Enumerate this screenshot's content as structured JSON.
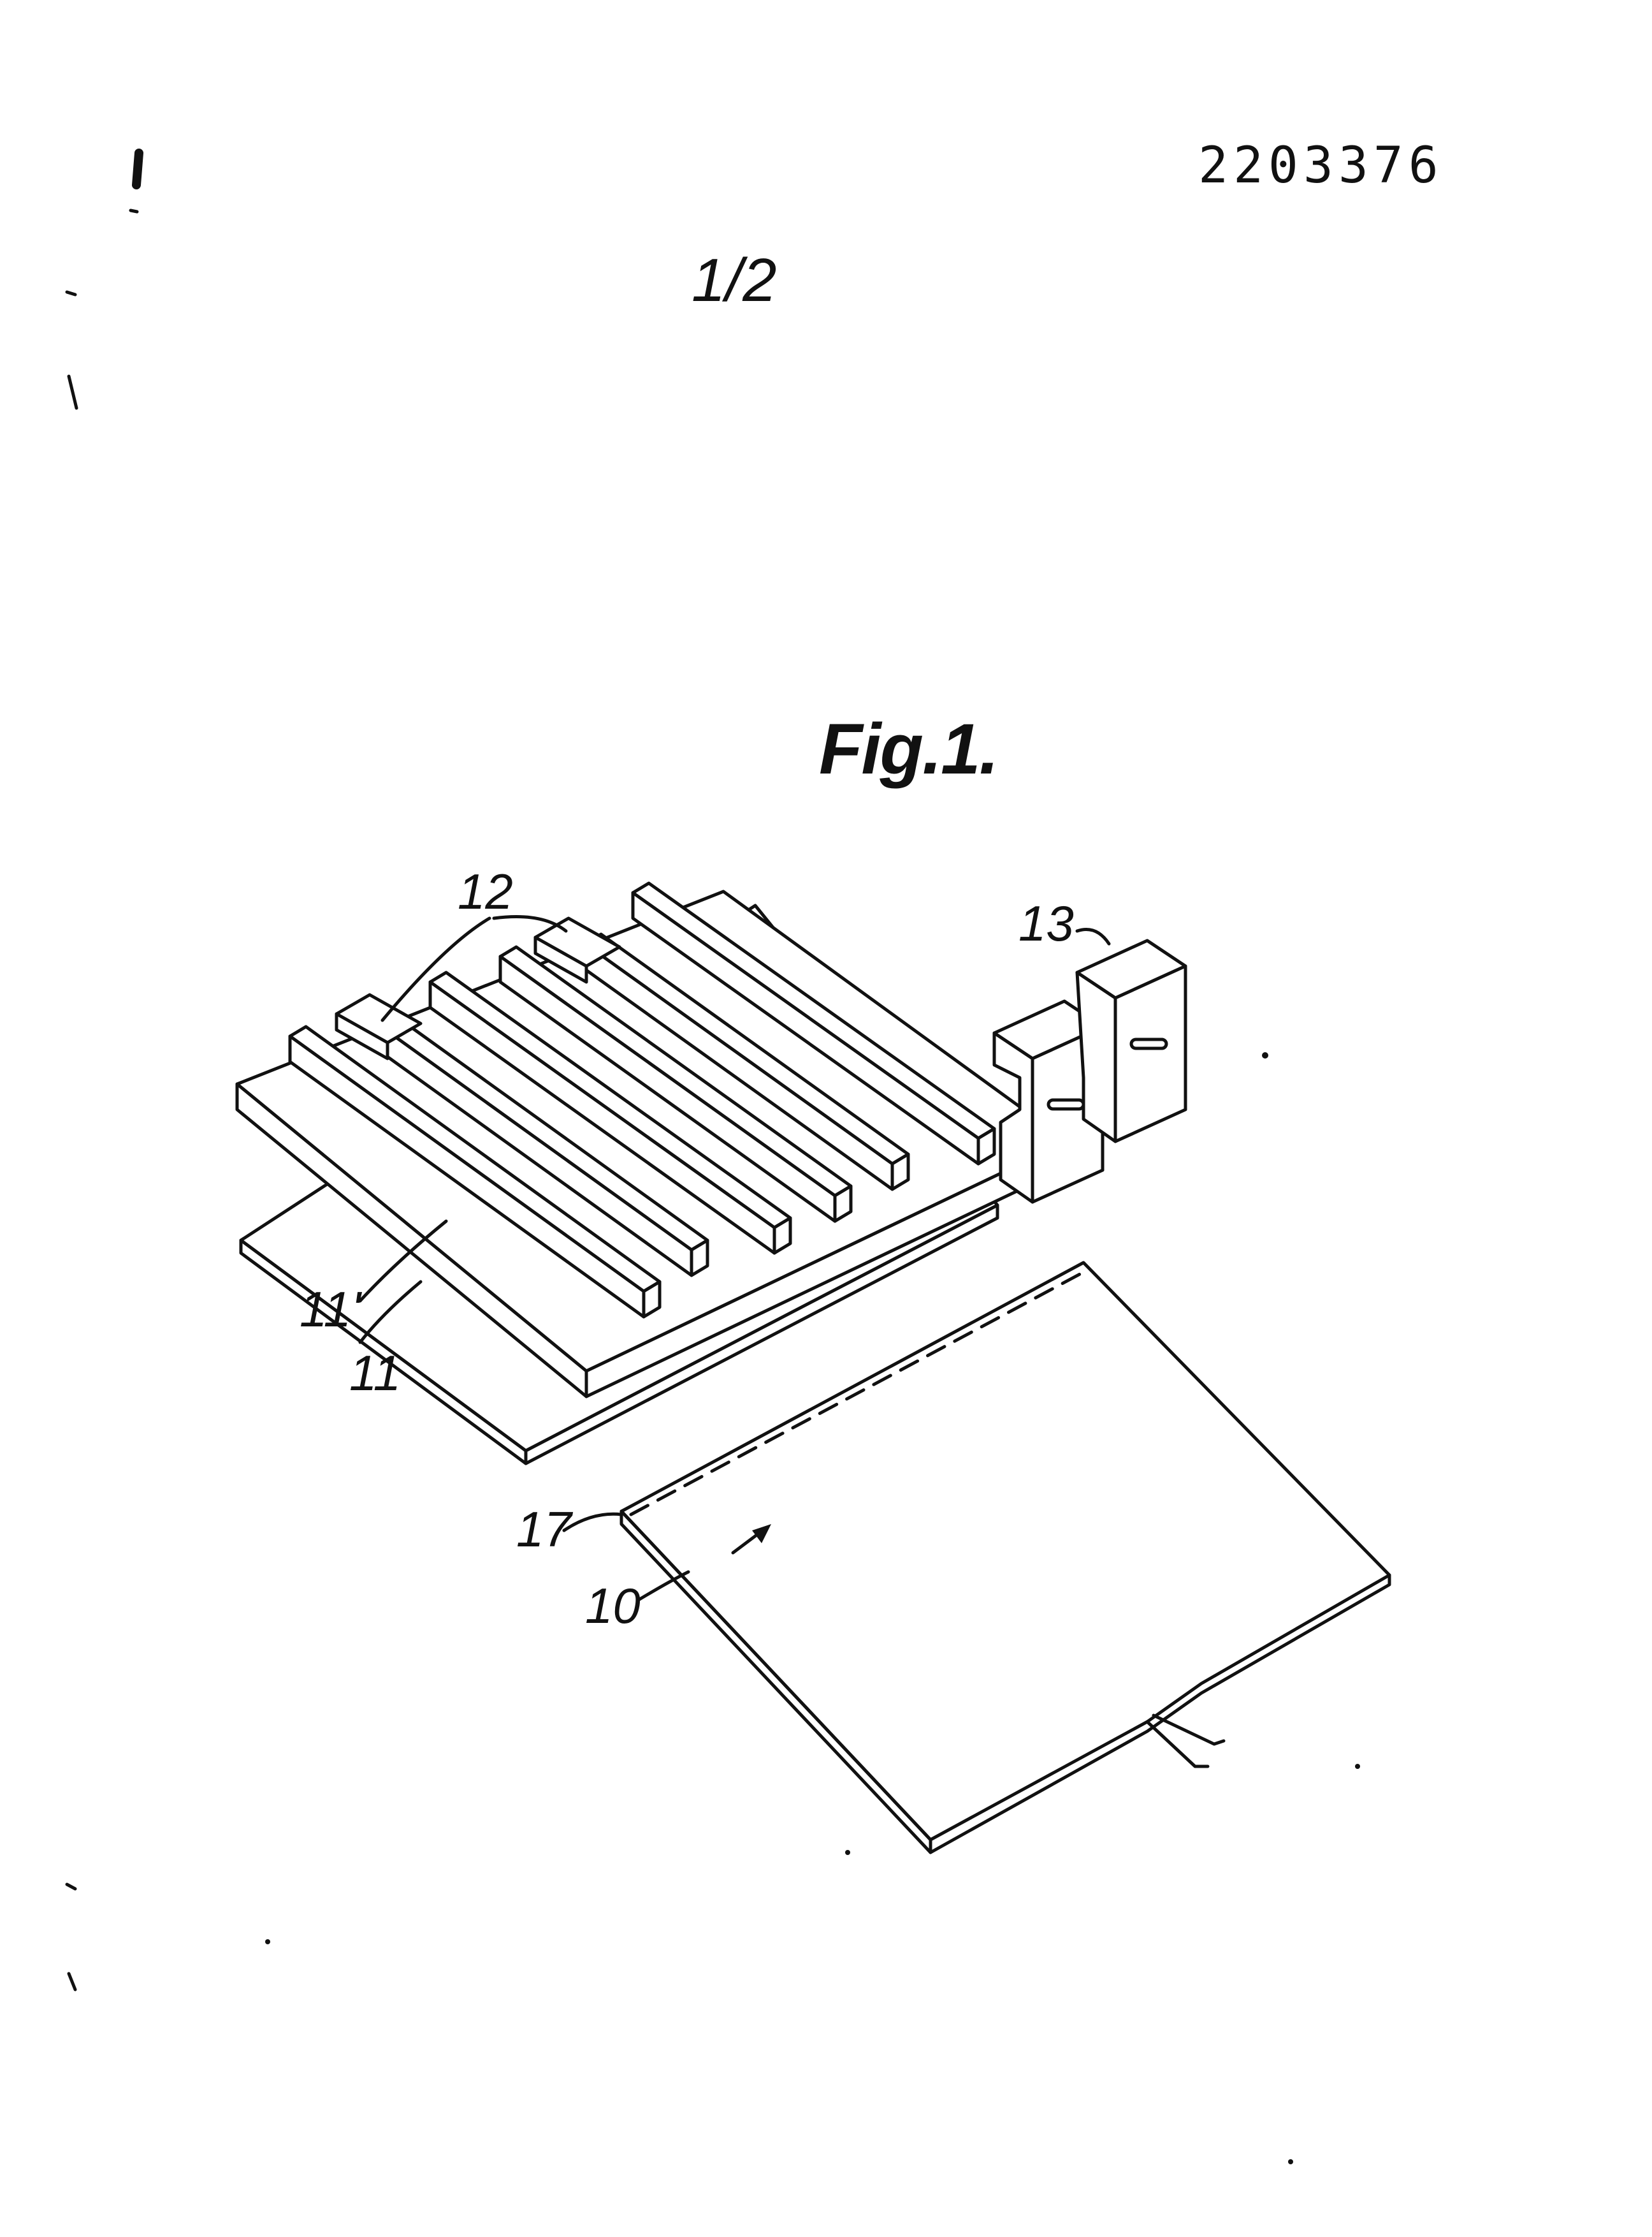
{
  "document": {
    "patent_number": "2203376",
    "sheet": "1/2",
    "figure_title": "Fig.1."
  },
  "labels": {
    "ref_12": "12",
    "ref_13": "13",
    "ref_11_prime": "11'",
    "ref_11": "11",
    "ref_17": "17",
    "ref_10": "10"
  },
  "colors": {
    "ink": "#111111",
    "paper": "#ffffff"
  }
}
